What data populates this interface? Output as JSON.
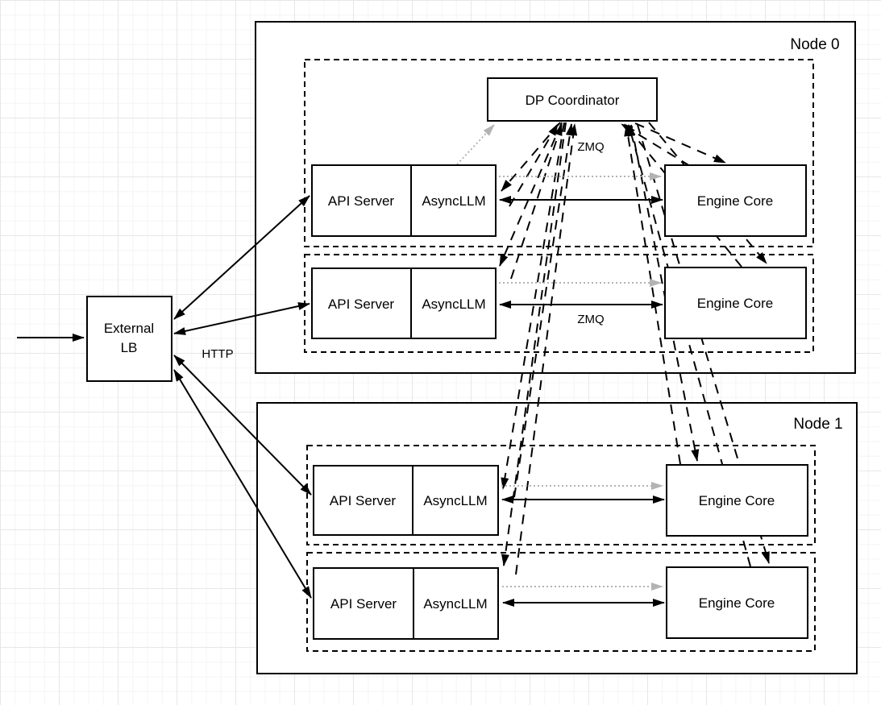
{
  "diagram": {
    "external_lb": {
      "label_line1": "External",
      "label_line2": "LB"
    },
    "edge_labels": {
      "http": "HTTP",
      "zmq_top": "ZMQ",
      "zmq_bottom": "ZMQ"
    },
    "node0": {
      "title": "Node 0",
      "coordinator_label": "DP Coordinator",
      "rows": [
        {
          "api_server": "API Server",
          "async_llm": "AsyncLLM",
          "engine_core": "Engine Core"
        },
        {
          "api_server": "API Server",
          "async_llm": "AsyncLLM",
          "engine_core": "Engine Core"
        }
      ]
    },
    "node1": {
      "title": "Node 1",
      "rows": [
        {
          "api_server": "API Server",
          "async_llm": "AsyncLLM",
          "engine_core": "Engine Core"
        },
        {
          "api_server": "API Server",
          "async_llm": "AsyncLLM",
          "engine_core": "Engine Core"
        }
      ]
    }
  }
}
